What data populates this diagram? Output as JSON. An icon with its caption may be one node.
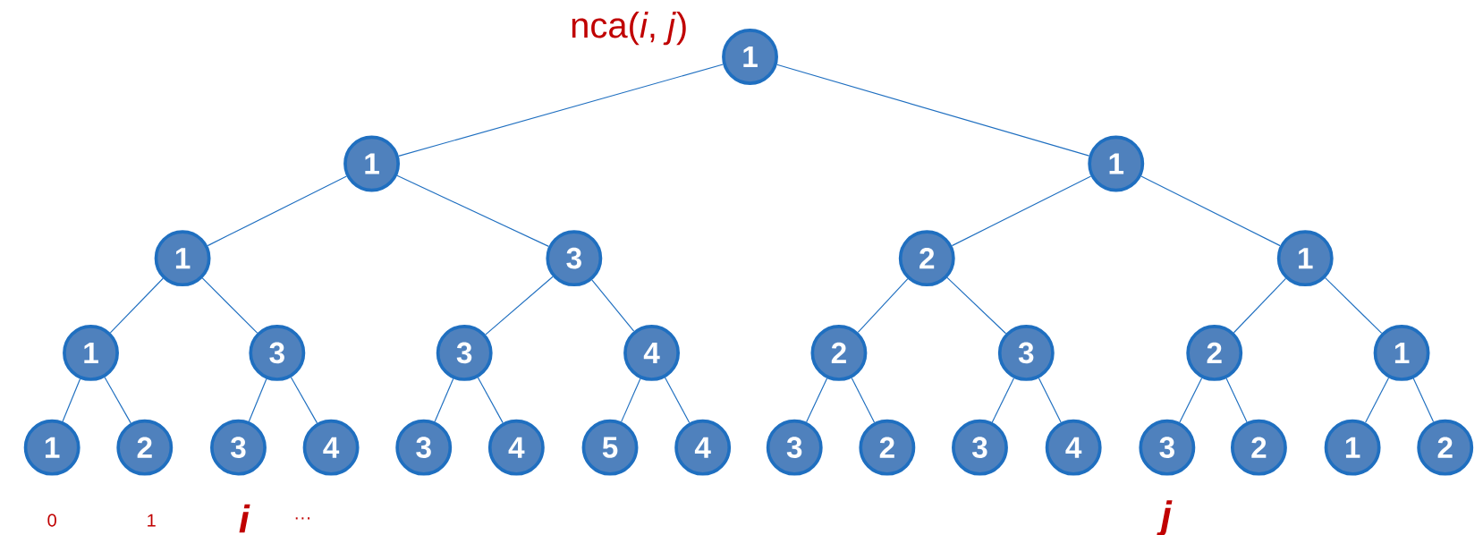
{
  "diagram": {
    "nodes": [
      {
        "text": [
          "1"
        ]
      },
      {
        "text": [
          "1"
        ]
      },
      {
        "text": [
          "1"
        ]
      },
      {
        "text": [
          "1"
        ]
      },
      {
        "text": [
          "3"
        ]
      },
      {
        "text": [
          "2"
        ]
      },
      {
        "text": [
          "1"
        ]
      },
      {
        "text": [
          "1"
        ]
      },
      {
        "text": [
          "3"
        ]
      },
      {
        "text": [
          "3"
        ]
      },
      {
        "text": [
          "4"
        ]
      },
      {
        "text": [
          "2"
        ]
      },
      {
        "text": [
          "3"
        ]
      },
      {
        "text": [
          "2"
        ]
      },
      {
        "text": [
          "1"
        ]
      },
      {
        "text": [
          "1"
        ]
      },
      {
        "text": [
          "2"
        ]
      },
      {
        "text": [
          "3"
        ]
      },
      {
        "text": [
          "4"
        ]
      },
      {
        "text": [
          "3"
        ]
      },
      {
        "text": [
          "4"
        ]
      },
      {
        "text": [
          "5"
        ]
      },
      {
        "text": [
          "4"
        ]
      },
      {
        "text": [
          "3"
        ]
      },
      {
        "text": [
          "2"
        ]
      },
      {
        "text": [
          "3"
        ]
      },
      {
        "text": [
          "4"
        ]
      },
      {
        "text": [
          "3"
        ]
      },
      {
        "text": [
          "2"
        ]
      },
      {
        "text": [
          "1"
        ]
      },
      {
        "text": [
          "2"
        ]
      }
    ],
    "edges": [
      {
        "from": 0,
        "to": 1,
        "arrow": "none"
      },
      {
        "from": 0,
        "to": 2,
        "arrow": "none"
      },
      {
        "from": 1,
        "to": 3,
        "arrow": "none"
      },
      {
        "from": 1,
        "to": 4,
        "arrow": "none"
      },
      {
        "from": 2,
        "to": 5,
        "arrow": "none"
      },
      {
        "from": 2,
        "to": 6,
        "arrow": "none"
      },
      {
        "from": 3,
        "to": 7,
        "arrow": "none"
      },
      {
        "from": 3,
        "to": 8,
        "arrow": "none"
      },
      {
        "from": 4,
        "to": 9,
        "arrow": "none"
      },
      {
        "from": 4,
        "to": 10,
        "arrow": "none"
      },
      {
        "from": 5,
        "to": 11,
        "arrow": "none"
      },
      {
        "from": 5,
        "to": 12,
        "arrow": "none"
      },
      {
        "from": 6,
        "to": 13,
        "arrow": "none"
      },
      {
        "from": 6,
        "to": 14,
        "arrow": "none"
      },
      {
        "from": 7,
        "to": 15,
        "arrow": "none"
      },
      {
        "from": 7,
        "to": 16,
        "arrow": "none"
      },
      {
        "from": 8,
        "to": 17,
        "arrow": "none"
      },
      {
        "from": 8,
        "to": 18,
        "arrow": "none"
      },
      {
        "from": 9,
        "to": 19,
        "arrow": "none"
      },
      {
        "from": 9,
        "to": 20,
        "arrow": "none"
      },
      {
        "from": 10,
        "to": 21,
        "arrow": "none"
      },
      {
        "from": 10,
        "to": 22,
        "arrow": "none"
      },
      {
        "from": 11,
        "to": 23,
        "arrow": "none"
      },
      {
        "from": 11,
        "to": 24,
        "arrow": "none"
      },
      {
        "from": 12,
        "to": 25,
        "arrow": "none"
      },
      {
        "from": 12,
        "to": 26,
        "arrow": "none"
      },
      {
        "from": 13,
        "to": 27,
        "arrow": "none"
      },
      {
        "from": 13,
        "to": 28,
        "arrow": "none"
      },
      {
        "from": 14,
        "to": 29,
        "arrow": "none"
      },
      {
        "from": 14,
        "to": 30,
        "arrow": "none"
      }
    ],
    "labels": [
      "nca(*i*, *j*)",
      "0",
      "1",
      "i",
      "···",
      "j"
    ]
  }
}
